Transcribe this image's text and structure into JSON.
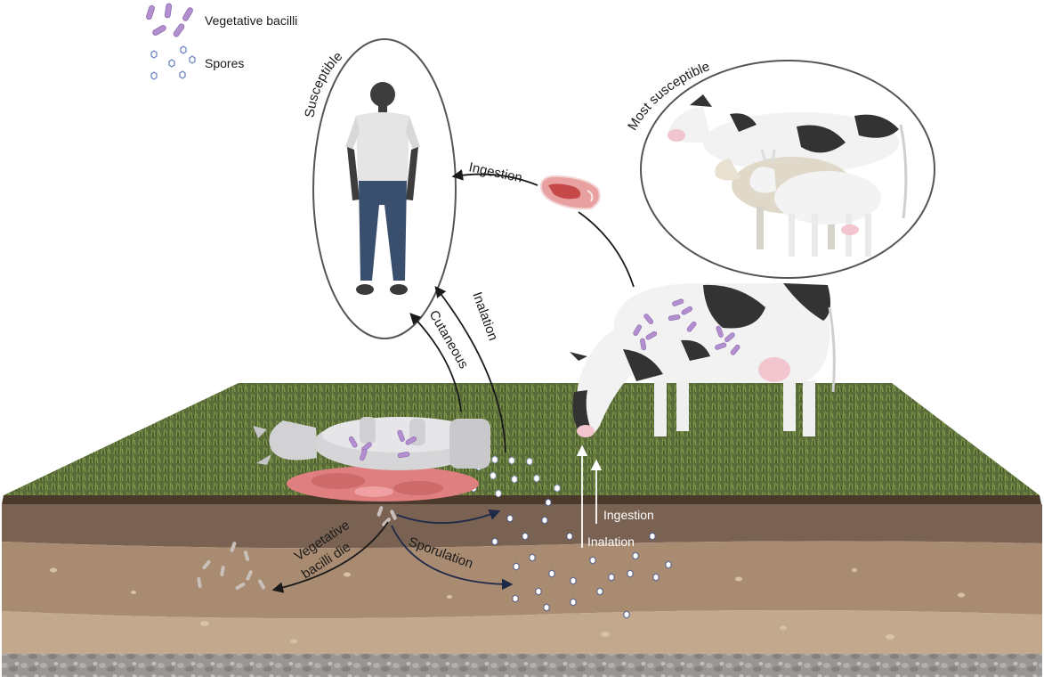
{
  "legend": {
    "bacilli_label": "Vegetative bacilli",
    "spores_label": "Spores"
  },
  "hosts": {
    "human_group": "Susceptible",
    "animal_group": "Most susceptible"
  },
  "routes": {
    "meat_ingestion": "Ingestion",
    "inhalation_human": "Inalation",
    "cutaneous": "Cutaneous",
    "animal_ingestion": "Ingestion",
    "animal_inhalation": "Inalation"
  },
  "soil": {
    "bacilli_die_line1": "Vegetative",
    "bacilli_die_line2": "bacilli die",
    "sporulation": "Sporulation"
  },
  "colors": {
    "bacilli": "#b48fd0",
    "spore_outline": "#6f86c4",
    "grass": "#5f7a3a",
    "soil_top": "#7a5f4e",
    "soil_mid": "#a88a70",
    "soil_low": "#c3a88b",
    "gravel": "#8f8f8f",
    "arrow_dark": "#1f2a4a",
    "carcass_blood": "#e07a7a"
  }
}
